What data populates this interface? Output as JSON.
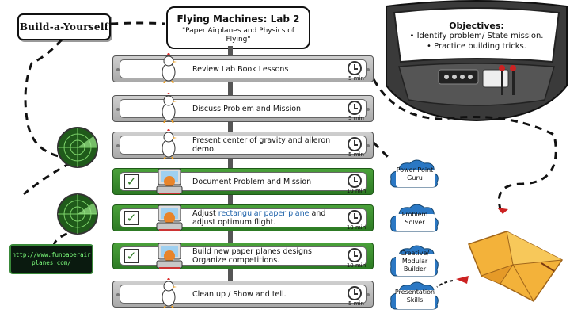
{
  "logo": {
    "text": "Build-a-Yourself"
  },
  "header": {
    "title": "Flying Machines: Lab 2",
    "subtitle": "\"Paper Airplanes and Physics of Flying\""
  },
  "objectives": {
    "heading": "Objectives:",
    "items": [
      "• Identify problem/ State mission.",
      "• Practice building tricks."
    ]
  },
  "rows": [
    {
      "label": "Review Lab Book Lessons",
      "time": "5 min",
      "style": "gray",
      "icon": "bird"
    },
    {
      "label": "Discuss Problem and Mission",
      "time": "5 min",
      "style": "gray",
      "icon": "bird"
    },
    {
      "label": "Present center of gravity and aileron demo.",
      "time": "5 min",
      "style": "gray",
      "icon": "bird"
    },
    {
      "label": "Document Problem and Mission",
      "time": "10 min",
      "style": "green",
      "icon": "computer"
    },
    {
      "label_pre": "Adjust ",
      "label_hl": "rectangular paper plane",
      "label_post": " and adjust optimum flight.",
      "time": "10 min",
      "style": "green",
      "icon": "computer"
    },
    {
      "label": "Build new paper planes designs. Organize competitions.",
      "time": "10 min",
      "style": "green",
      "icon": "computer"
    },
    {
      "label": "Clean up / Show and tell.",
      "time": "5 min",
      "style": "gray",
      "icon": "bird"
    }
  ],
  "skills": [
    {
      "label": "Power Point Guru"
    },
    {
      "label": "Problem Solver"
    },
    {
      "label": "Creative/ Modular Builder"
    },
    {
      "label": "Presentation Skills"
    }
  ],
  "url": {
    "text": "http://www.funpaperair planes.com/"
  },
  "colors": {
    "row_gray": "#b5b5b5",
    "row_green": "#3a8f2f",
    "cloud": "#2b78c4",
    "highlight": "#1a5fa8"
  }
}
